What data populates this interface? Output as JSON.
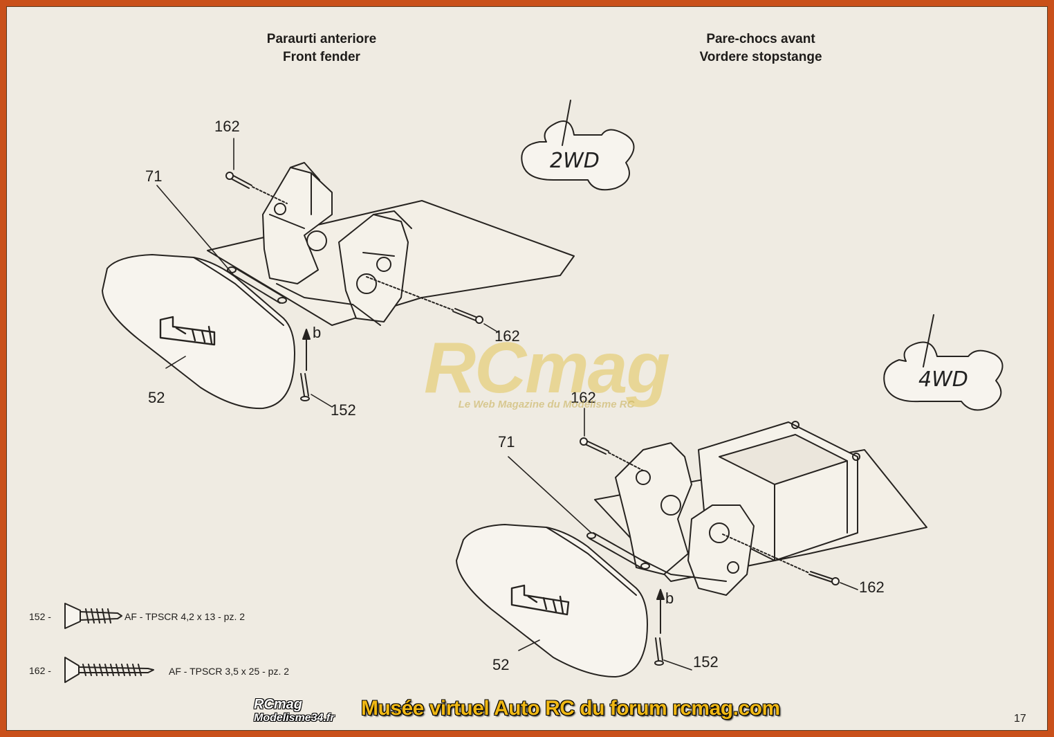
{
  "headers": {
    "it": "Paraurti anteriore",
    "en": "Front fender",
    "fr": "Pare-chocs avant",
    "de": "Vordere stopstange"
  },
  "badges": {
    "top": "2WD",
    "bottom": "4WD"
  },
  "parts": {
    "screw_162": "162",
    "pin_71": "71",
    "fender_52": "52",
    "screw_152": "152",
    "direction_b": "b"
  },
  "legend": [
    {
      "num": "152 -",
      "desc": "AF - TPSCR 4,2 x 13 - pz. 2"
    },
    {
      "num": "162 -",
      "desc": "AF - TPSCR 3,5 x 25 - pz. 2"
    }
  ],
  "watermark": {
    "main": "RCmag",
    "sub": "Le Web Magazine du Modélisme RC"
  },
  "footer": {
    "logo_line1": "RCmag",
    "logo_line2": "Modelisme34.fr",
    "caption": "Musée virtuel Auto RC du forum rcmag.com"
  },
  "page_number": "17"
}
